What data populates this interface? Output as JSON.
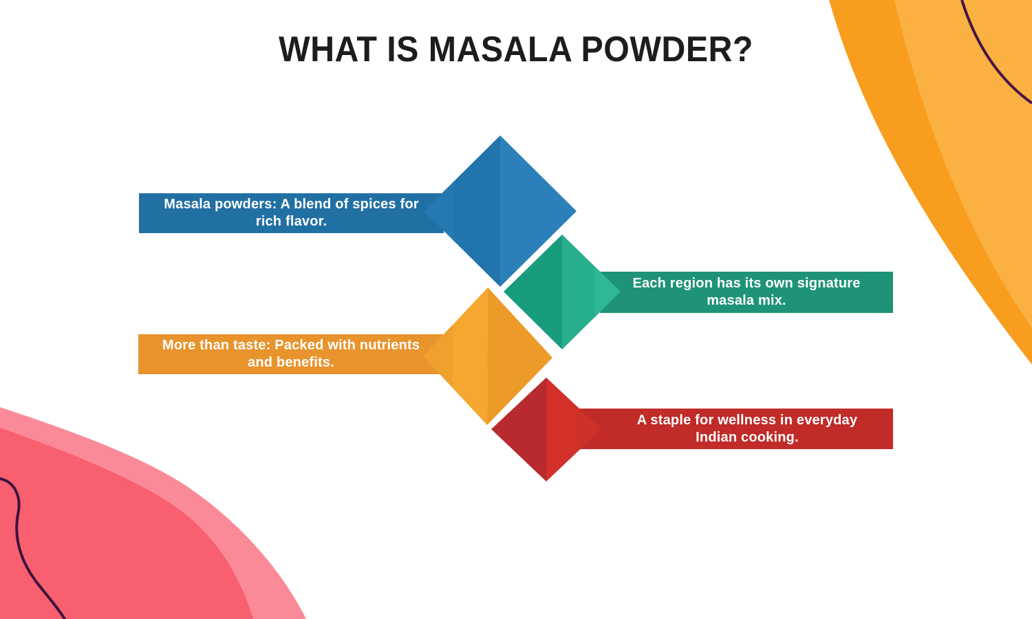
{
  "page": {
    "title": "WHAT IS MASALA POWDER?",
    "title_color": "#1d1d1b",
    "background": "#ffffff"
  },
  "items": [
    {
      "id": "blue",
      "side": "left",
      "lines": [
        "Masala powders: A blend of spices for",
        "rich flavor."
      ],
      "colors": {
        "ribbon": "#2170a4",
        "facet_left": "#2274ac",
        "facet_right": "#2c80b9",
        "tip": "#2678b1",
        "text": "#ffffff"
      }
    },
    {
      "id": "teal",
      "side": "right",
      "lines": [
        "Each region has its own signature",
        "masala mix."
      ],
      "colors": {
        "ribbon": "#1e9377",
        "facet_left": "#199c7e",
        "facet_right": "#27ae8e",
        "tip": "#30b795",
        "text": "#ffffff"
      }
    },
    {
      "id": "orange",
      "side": "left",
      "lines": [
        "More than taste: Packed with nutrients",
        "and benefits."
      ],
      "colors": {
        "ribbon": "#e8932c",
        "facet_left": "#f6a72f",
        "facet_right": "#ec9b28",
        "tip": "#efa02e",
        "text": "#ffffff"
      }
    },
    {
      "id": "red",
      "side": "right",
      "lines": [
        "A staple for wellness in everyday",
        "Indian cooking."
      ],
      "colors": {
        "ribbon": "#c12b28",
        "facet_left": "#b72a2d",
        "facet_right": "#d23029",
        "tip": "#cb3129",
        "text": "#ffffff"
      }
    }
  ],
  "decorations": {
    "top_right_blob": {
      "outer": "#f89d1e",
      "inner": "#fbb042",
      "line": "#451545"
    },
    "bottom_left_blob": {
      "outer": "#fb8a99",
      "inner": "#f9606f",
      "line": "#3e1240"
    }
  }
}
